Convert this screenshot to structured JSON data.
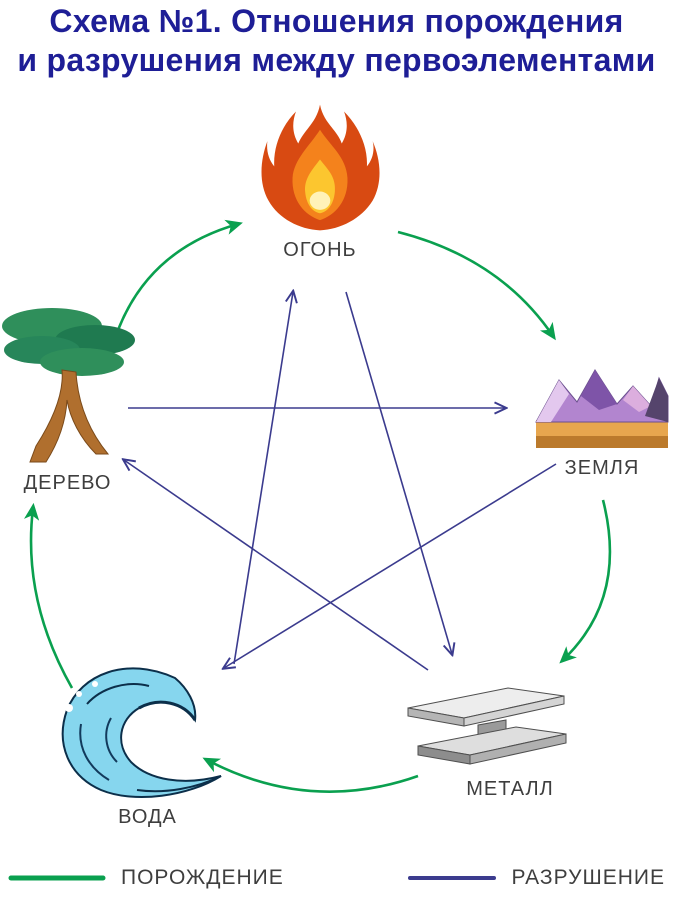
{
  "title": {
    "line1": "Схема №1. Отношения порождения",
    "line2": "и разрушения между первоэлементами"
  },
  "nodes": {
    "fire": {
      "label": "ОГОНЬ",
      "icon": "flame"
    },
    "earth": {
      "label": "ЗЕМЛЯ",
      "icon": "mountains"
    },
    "metal": {
      "label": "МЕТАЛЛ",
      "icon": "i-beam"
    },
    "water": {
      "label": "ВОДА",
      "icon": "wave"
    },
    "wood": {
      "label": "ДЕРЕВО",
      "icon": "tree"
    }
  },
  "legend": {
    "generation": "ПОРОЖДЕНИЕ",
    "destruction": "РАЗРУШЕНИЕ"
  },
  "colors": {
    "generation": "#0aa04f",
    "destruction": "#3b3b8e",
    "title": "#1e1e96",
    "label": "#3e3e3e"
  },
  "relations": {
    "generation": [
      {
        "from": "wood",
        "to": "fire"
      },
      {
        "from": "fire",
        "to": "earth"
      },
      {
        "from": "earth",
        "to": "metal"
      },
      {
        "from": "metal",
        "to": "water"
      },
      {
        "from": "water",
        "to": "wood"
      }
    ],
    "destruction": [
      {
        "from": "wood",
        "to": "earth"
      },
      {
        "from": "earth",
        "to": "water"
      },
      {
        "from": "water",
        "to": "fire"
      },
      {
        "from": "fire",
        "to": "metal"
      },
      {
        "from": "metal",
        "to": "wood"
      }
    ]
  }
}
